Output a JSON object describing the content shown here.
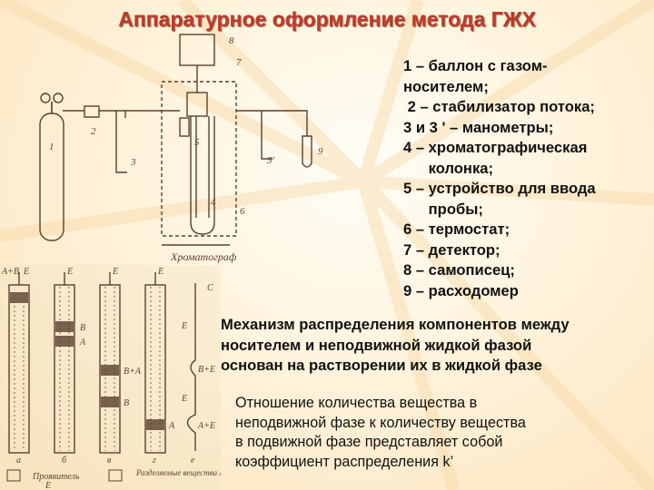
{
  "title": "Аппаратурное оформление метода ГЖХ",
  "legend": [
    "1 – баллон с газом-",
    "носителем;",
    " 2 – стабилизатор потока;",
    "3 и 3 ' – манометры;",
    "4 – хроматографическая",
    "      колонка;",
    "5 – устройство для ввода",
    "      пробы;",
    "6 – термостат;",
    "7 – детектор;",
    "8 – самописец;",
    "9 – расходомер"
  ],
  "mechanism": [
    "Механизм распределения компонентов между",
    "носителем и неподвижной жидкой фазой",
    "основан на растворении их в жидкой фазе"
  ],
  "coefficient": [
    "Отношение количества вещества  в",
    "неподвижной  фазе  к количеству вещества",
    "в  подвижной  фазе  представляет  собой",
    "коэффициент распределения k’"
  ],
  "apparatus": {
    "caption": "Хроматограф",
    "labels": [
      "1",
      "2",
      "3",
      "3'",
      "4",
      "5",
      "6",
      "7",
      "8",
      "9"
    ]
  },
  "columns_figure": {
    "top_labels": [
      "А+В",
      "Е",
      "Е",
      "Е",
      "Е"
    ],
    "column_labels": [
      "В",
      "А",
      "В+А",
      "В",
      "А"
    ],
    "trace_labels": [
      "Е",
      "В+Е",
      "Е",
      "А+Е",
      "С"
    ],
    "bottom_letters": [
      "а",
      "б",
      "в",
      "г",
      "е"
    ],
    "caption_left": "Проявитель",
    "caption_left_sub": "Е",
    "caption_right": "Разделяемые вещества А и В"
  },
  "colors": {
    "title": "#c0392b",
    "background": "#fff3dc",
    "drawing": "#5a4030"
  }
}
